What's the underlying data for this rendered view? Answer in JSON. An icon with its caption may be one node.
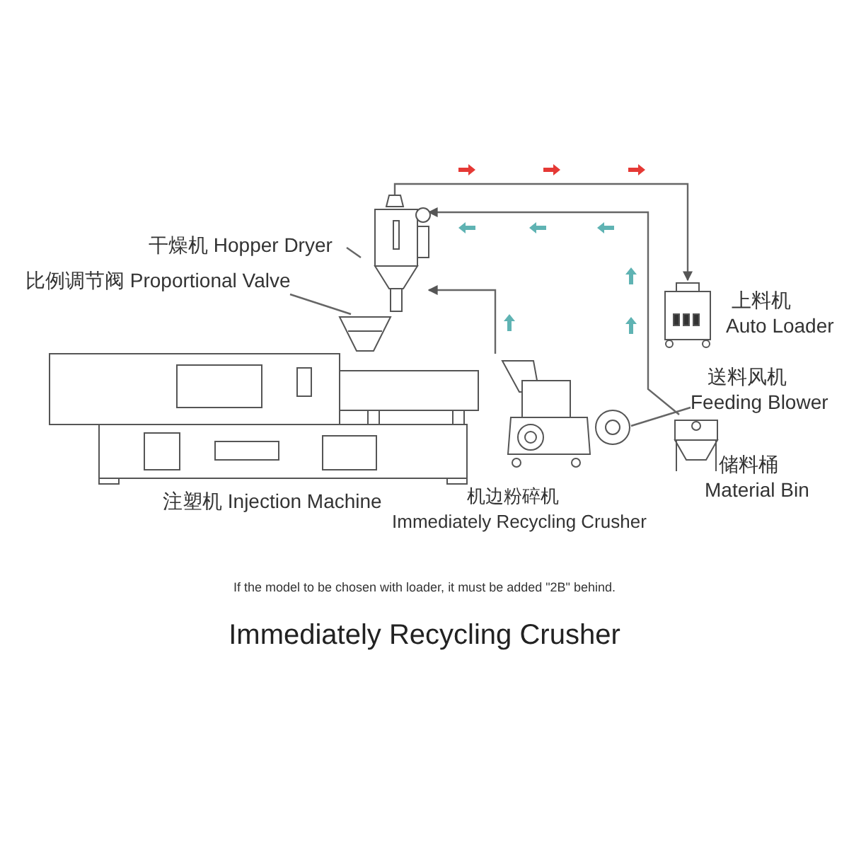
{
  "diagram": {
    "title": "Immediately Recycling Crusher",
    "nodes": [
      {
        "text": [
          "干燥机 Hopper Dryer"
        ]
      },
      {
        "text": [],
        "shape": "picture"
      },
      {
        "text": [
          "比例调节阀 Proportional Valve"
        ]
      },
      {
        "text": [],
        "shape": "picture"
      },
      {
        "text": [
          "注塑机 Injection Machine"
        ]
      },
      {
        "text": [
          "上料机",
          "Auto Loader"
        ]
      },
      {
        "text": [
          "机边粉碎机",
          "Immediately Recycling Crusher"
        ]
      },
      {
        "text": [
          "送料风机",
          "Feeding Blower"
        ]
      },
      {
        "text": [],
        "shape": "picture",
        "in": 6
      },
      {
        "text": [
          "储料桶",
          "Material Bin"
        ]
      }
    ],
    "edges": [
      {
        "from": 0,
        "to": 1,
        "arrow": "none"
      },
      {
        "from": 2,
        "to": 3,
        "arrow": "none"
      },
      {
        "from": 7,
        "to": 8,
        "arrow": "none"
      },
      {
        "from": 1,
        "to": 5,
        "arrow": "to"
      },
      {
        "from": 9,
        "to": 1,
        "arrow": "to"
      },
      {
        "from": 6,
        "to": 1,
        "arrow": "to"
      }
    ],
    "labels": [
      "If the model to be chosen with loader, it must be added \"2B\" behind."
    ]
  }
}
